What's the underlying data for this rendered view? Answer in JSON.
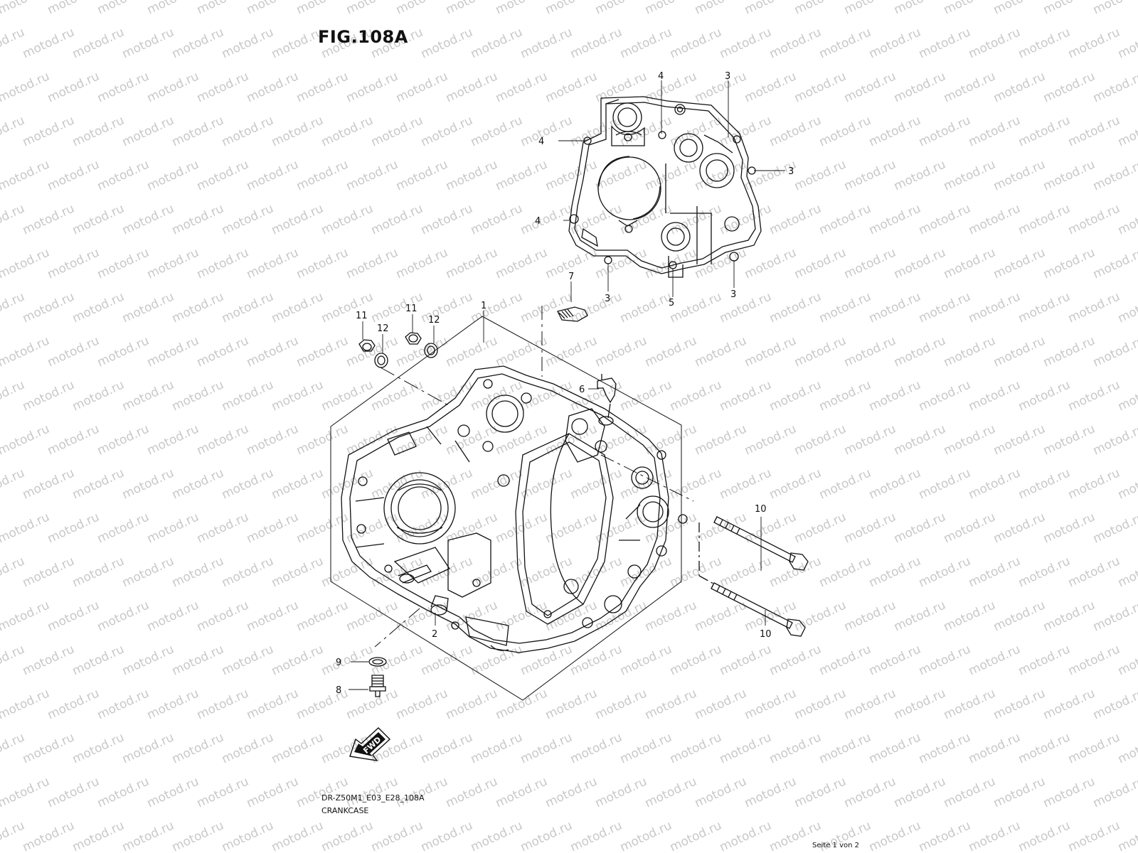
{
  "watermark": "motod.ru",
  "figure_title": "FIG.108A",
  "footer": {
    "model_code": "DR-Z50M1_E03_E28_108A",
    "section_name": "CRANKCASE",
    "page_indicator": "Seite 1 von 2"
  },
  "fwd_label": "FWD",
  "callouts": [
    {
      "id": "c1",
      "label": "1"
    },
    {
      "id": "c2",
      "label": "2"
    },
    {
      "id": "c3a",
      "label": "3"
    },
    {
      "id": "c3b",
      "label": "3"
    },
    {
      "id": "c3c",
      "label": "3"
    },
    {
      "id": "c3d",
      "label": "3"
    },
    {
      "id": "c4a",
      "label": "4"
    },
    {
      "id": "c4b",
      "label": "4"
    },
    {
      "id": "c4c",
      "label": "4"
    },
    {
      "id": "c5",
      "label": "5"
    },
    {
      "id": "c6",
      "label": "6"
    },
    {
      "id": "c7",
      "label": "7"
    },
    {
      "id": "c8",
      "label": "8"
    },
    {
      "id": "c9",
      "label": "9"
    },
    {
      "id": "c10a",
      "label": "10"
    },
    {
      "id": "c10b",
      "label": "10"
    },
    {
      "id": "c11a",
      "label": "11"
    },
    {
      "id": "c11b",
      "label": "11"
    },
    {
      "id": "c12a",
      "label": "12"
    },
    {
      "id": "c12b",
      "label": "12"
    }
  ]
}
